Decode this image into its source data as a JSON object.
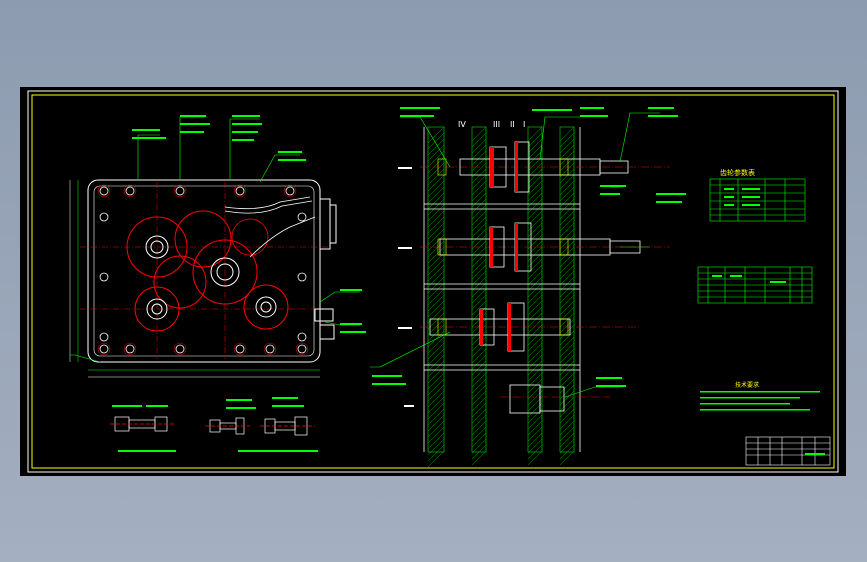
{
  "colors": {
    "background": "#8d9bb0",
    "sheet": "#000000",
    "frame": "#ffffff",
    "inner_frame": "#ffff00",
    "outline": "#ffffff",
    "centerline": "#ff0000",
    "leader": "#00ff00",
    "hatch": "#00aa00",
    "title": "#ffff00"
  },
  "icons": {
    "front_view": "gearbox-front-view",
    "side_section": "shaft-section-view",
    "parameter_table": "gear-parameter-table",
    "title_block": "title-block"
  },
  "table_title": "齿轮参数表",
  "notes_title": "技术要求",
  "shaft_labels": [
    "IV",
    "III",
    "II",
    "I"
  ]
}
